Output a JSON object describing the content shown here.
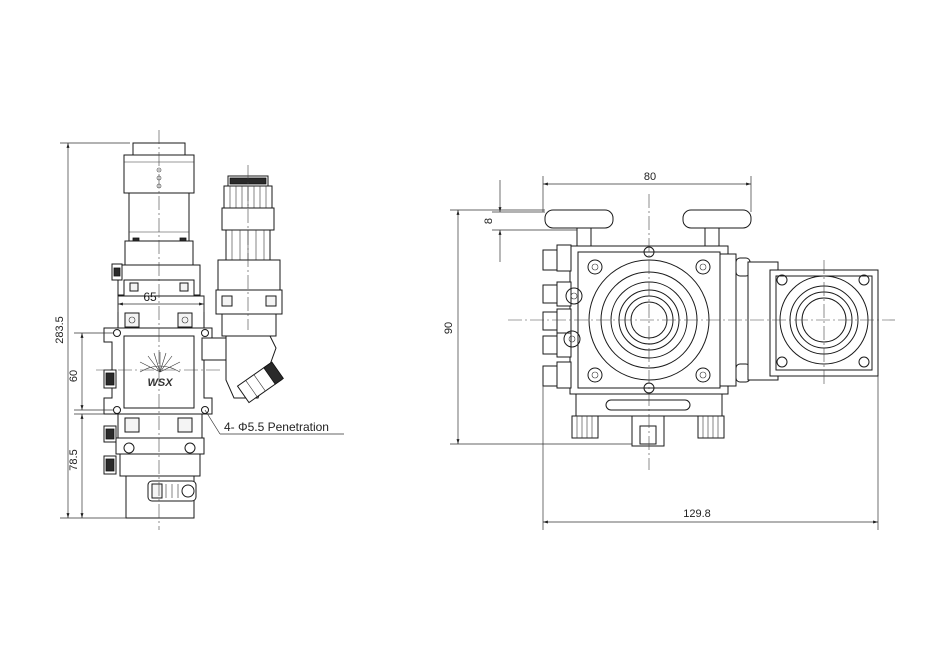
{
  "dimensions": {
    "side_total_height": "283.5",
    "side_width": "65",
    "side_flange_pitch": "60",
    "side_lower_height": "78.5",
    "holes_note": "4- Φ5.5 Penetration",
    "front_top_width": "80",
    "front_plate_thickness": "8",
    "front_height": "90",
    "front_total_width": "129.8"
  },
  "logo_text": "WSX"
}
